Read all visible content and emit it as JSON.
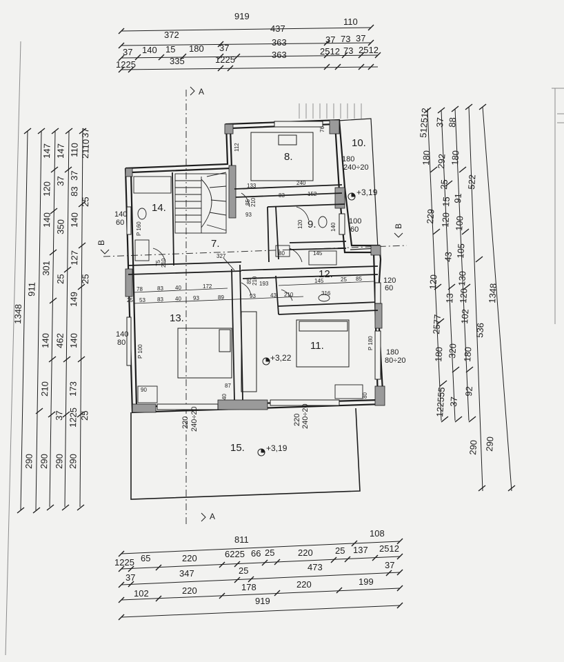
{
  "dims_top": {
    "r1": [
      "919"
    ],
    "r2": [
      "372",
      "437",
      "110"
    ],
    "r3": [
      "37",
      "140",
      "15",
      "180",
      "37",
      "363",
      "37",
      "73",
      "37"
    ],
    "r4": [
      "1225",
      "335",
      "1225",
      "363",
      "2512",
      "73",
      "2512"
    ]
  },
  "dims_bottom": {
    "r1": [
      "811",
      "108"
    ],
    "r2": [
      "1225",
      "65",
      "220",
      "6225",
      "66",
      "25",
      "220",
      "25",
      "137",
      "2512"
    ],
    "r3": [
      "37",
      "347",
      "25",
      "473",
      "37"
    ],
    "r4": [
      "102",
      "220",
      "178",
      "220",
      "199"
    ],
    "r5": [
      "919"
    ]
  },
  "dims_left": {
    "total": "1348",
    "c2": [
      "911",
      "290"
    ],
    "c3": [
      "147",
      "120",
      "140",
      "301",
      "140",
      "210",
      "290"
    ],
    "c4": [
      "147",
      "37",
      "350",
      "25",
      "462",
      "37",
      "290"
    ],
    "c5": [
      "110",
      "37",
      "83",
      "140",
      "127",
      "149",
      "140",
      "173",
      "1225",
      "290"
    ],
    "c6": [
      "2110",
      "37",
      "25",
      "25",
      "25"
    ]
  },
  "dims_right": {
    "c1": [
      "512512",
      "180",
      "229",
      "120",
      "2577",
      "180",
      "122555"
    ],
    "c2": [
      "37",
      "292",
      "25",
      "120",
      "15",
      "43",
      "13",
      "320",
      "37"
    ],
    "c3": [
      "88",
      "180",
      "91",
      "100",
      "105",
      "130",
      "120",
      "102",
      "180",
      "92"
    ],
    "c4": [
      "522",
      "536",
      "290"
    ],
    "c5": [
      "1348",
      "290"
    ]
  },
  "rooms": {
    "r7": "7.",
    "r8": "8.",
    "r9": "9.",
    "r10": "10.",
    "r11": "11.",
    "r12": "12.",
    "r13": "13.",
    "r14": "14.",
    "r15": "15."
  },
  "levels": {
    "l1": "+3,19",
    "l2": "+3,22",
    "l3": "+3,19"
  },
  "windows": {
    "w1": "180",
    "w1b": "240÷20",
    "w2": "140",
    "w2b": "60",
    "w3": "140",
    "w3b": "80",
    "w4": "120",
    "w4b": "60",
    "w5": "180",
    "w5b": "80÷20",
    "w6": "100",
    "w6b": "60",
    "w7": "220",
    "w7b": "240÷20",
    "w8": "220",
    "w8b": "240÷20"
  },
  "inner_dims": {
    "r1": [
      "78",
      "83",
      "40",
      "172",
      "85",
      "210",
      "145",
      "25",
      "85"
    ],
    "r2": [
      "25",
      "53",
      "83",
      "40",
      "93",
      "89",
      "93",
      "43",
      "210"
    ],
    "r3": [
      "133",
      "240",
      "152",
      "83",
      "93",
      "193",
      "327",
      "316",
      "90",
      "87",
      "40",
      "80"
    ],
    "r4": [
      "P 160",
      "P 100",
      "P 180",
      "75",
      "210",
      "85",
      "210",
      "120",
      "140",
      "112",
      "76",
      "145",
      "80"
    ]
  },
  "section_marks": {
    "a": "A",
    "b": "B"
  }
}
